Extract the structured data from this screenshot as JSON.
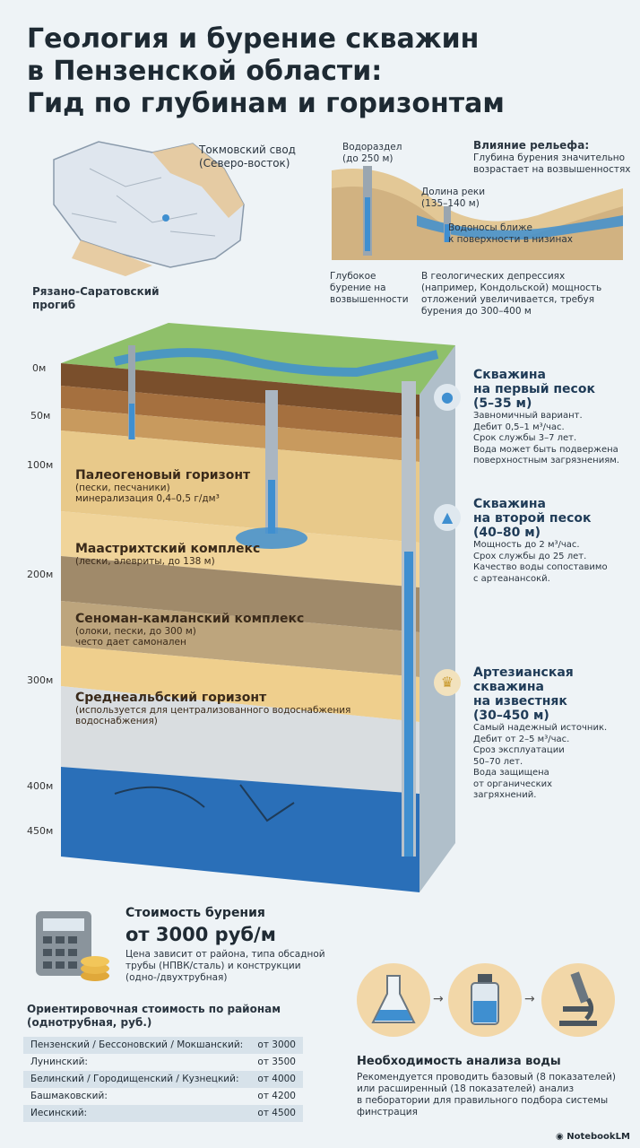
{
  "title": [
    "Геология и бурение скважин",
    "в Пензенской области:",
    "Гид по глубинам и горизонтам"
  ],
  "map": {
    "label_ne": [
      "Токмовский свод",
      "(Северо-восток)"
    ],
    "label_sw": [
      "Рязано-Саратовский",
      "прогиб"
    ]
  },
  "relief": {
    "watershed": [
      "Водораздел",
      "(до 250 м)"
    ],
    "valley": [
      "Долина реки",
      "(135–140 м)"
    ],
    "heading": "Влияние рельефа:",
    "heading_text": [
      "Глубина бурения значительно",
      "возрастает на возвышенностях"
    ],
    "aquifers_note": [
      "Водоносы ближе",
      "к поверхности в низинах"
    ],
    "deep_note": [
      "Глубокое",
      "бурение на",
      "возвышенности"
    ],
    "depression_note": [
      "В геологических депрессиях",
      "(например, Кондольской) мощность",
      "отложений увеличивается, требуя",
      "бурения до 300–400 м"
    ]
  },
  "depths": [
    "0м",
    "50м",
    "100м",
    "200м",
    "300м",
    "400м",
    "450м"
  ],
  "layers": [
    {
      "title": "Палеогеновый горизонт",
      "lines": [
        "(пески, песчаники)",
        "минерализация 0,4–0,5 г/дм³"
      ]
    },
    {
      "title": "Маастрихтский комплекс",
      "lines": [
        "(лески, алевриты, до 138 м)"
      ]
    },
    {
      "title": "Сеноман-камланский комплекс",
      "lines": [
        "(олоки, пески, до 300 м)",
        "често дает самонален"
      ]
    },
    {
      "title": "Среднеальбский горизонт",
      "lines": [
        "(используется для централизованного водоснабжения",
        "водоснабжения)"
      ]
    }
  ],
  "wells": [
    {
      "title": [
        "Скважина",
        "на первый песок",
        "(5–35 м)"
      ],
      "lines": [
        "Завномичный вариант.",
        "Дебит 0,5–1 м³/час.",
        "Срок службы 3–7 лет.",
        "Вода может быть подвержена",
        "поверхностным загрязнениям."
      ]
    },
    {
      "title": [
        "Скважина",
        "на второй песок",
        "(40–80 м)"
      ],
      "lines": [
        "Мощность до 2 м³/час.",
        "Срох службы до 25 лет.",
        "Качество воды сопоставимо",
        "с артеанансокй."
      ]
    },
    {
      "title": [
        "Артезианская",
        "скважина",
        "на известняк",
        "(30–450 м)"
      ],
      "lines": [
        "Самый надежный источник.",
        "Дебит от 2–5 м³/час.",
        "Сроз эксплуатации",
        "50–70 лет.",
        "Вода защищена",
        "от органических",
        "загряхнений."
      ]
    }
  ],
  "cost": {
    "heading": "Стоимость бурения",
    "price": "от 3000 руб/м",
    "note": [
      "Цена зависит от района, типа обсадной",
      "трубы (НПВК/сталь) и конструкции",
      "(одно-/двухтрубная)"
    ]
  },
  "table": {
    "heading": [
      "Ориентировочная стоимость по районам",
      "(однотрубная, руб.)"
    ],
    "rows": [
      {
        "district": "Пензенский / Бессоновский / Мокшанский:",
        "price": "от 3000"
      },
      {
        "district": "Лунинский:",
        "price": "от 3500"
      },
      {
        "district": "Белинский / Городищенский / Кузнецкий:",
        "price": "от 4000"
      },
      {
        "district": "Башмаковский:",
        "price": "от 4200"
      },
      {
        "district": "Иесинский:",
        "price": "от 4500"
      }
    ]
  },
  "analysis": {
    "heading": "Необходимость анализа воды",
    "lines": [
      "Рекомендуется проводить базовый (8 показателей)",
      "или расширенный (18 показателей) анализ",
      "в пеборатории для правильного подбора системы",
      "финстрация"
    ]
  },
  "brand": "NotebookLM",
  "colors": {
    "water": "#3f8fd0",
    "soil_dark": "#7a4f2c",
    "sand": "#e8c98a",
    "clay": "#a08a6a",
    "limestone": "#d9dde0",
    "deep_water": "#1f5fa8"
  }
}
